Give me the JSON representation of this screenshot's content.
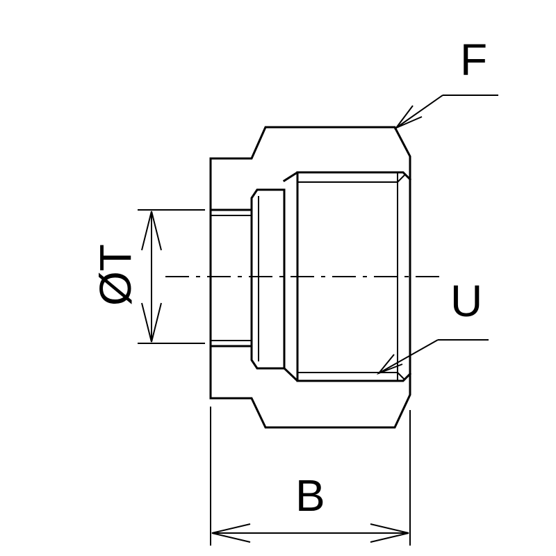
{
  "labels": {
    "face_callout": "F",
    "thread_callout": "U",
    "length_dimension": "B",
    "diameter_dimension": "ØT"
  },
  "colors": {
    "line": "#000000",
    "background": "#ffffff"
  }
}
